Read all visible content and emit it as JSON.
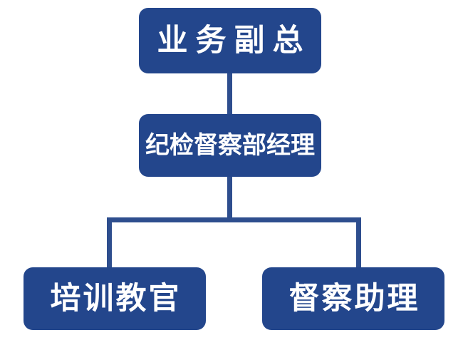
{
  "diagram": {
    "type": "organization-chart",
    "title_text": "",
    "background_color": "#FFFFFF",
    "node_fill_color": "#23468C",
    "node_text_color": "#FFFFFF",
    "connector_color": "#2E4E8E",
    "nodes": [
      {
        "id": "vp",
        "label": "业务副总",
        "level": 0,
        "icon": "org-node-box"
      },
      {
        "id": "manager",
        "label": "纪检督察部经理",
        "level": 1,
        "icon": "org-node-box"
      },
      {
        "id": "trainer",
        "label": "培训教官",
        "level": 2,
        "icon": "org-node-box"
      },
      {
        "id": "assistant",
        "label": "督察助理",
        "level": 2,
        "icon": "org-node-box"
      }
    ],
    "edges": [
      {
        "from": "vp",
        "to": "manager"
      },
      {
        "from": "manager",
        "to": "trainer"
      },
      {
        "from": "manager",
        "to": "assistant"
      }
    ]
  }
}
